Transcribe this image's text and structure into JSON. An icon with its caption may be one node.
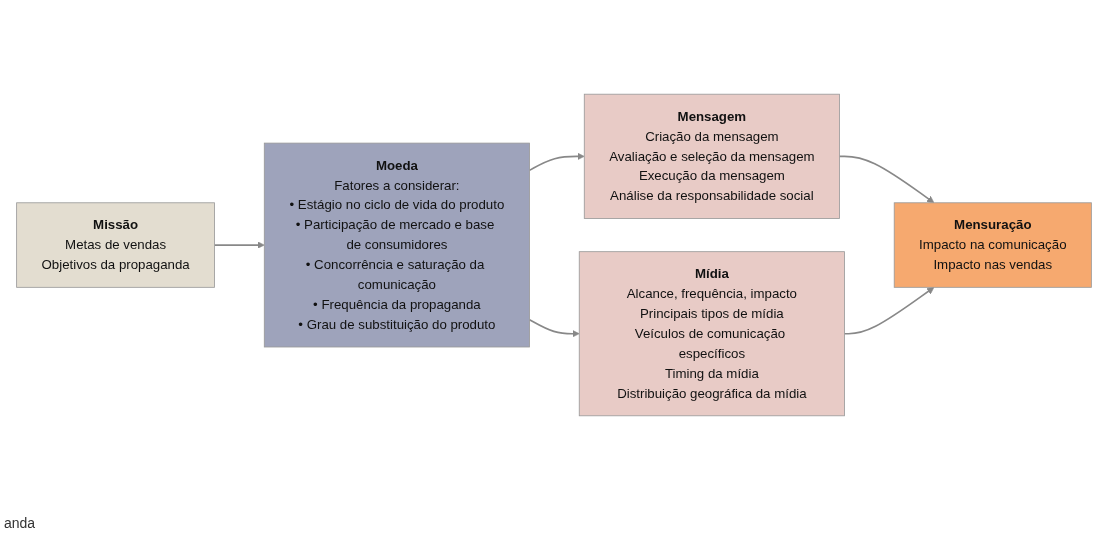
{
  "diagram": {
    "nodes": [
      {
        "text": [
          "Missão",
          "Metas de vendas",
          "Objetivos da propaganda"
        ]
      },
      {
        "text": [
          "Moeda",
          "Fatores a considerar:",
          "• Estágio no ciclo de vida do produto",
          "• Participação de mercado e base de consumidores",
          "• Concorrência e saturação da comunicação",
          "• Frequência da propaganda",
          "• Grau de substituição do produto"
        ]
      },
      {
        "text": [
          "Mensagem",
          "Criação da mensagem",
          "Avaliação e seleção da mensagem",
          "Execução da mensagem",
          "Análise da responsabilidade social"
        ]
      },
      {
        "text": [
          "Mídia",
          "Alcance, frequência, impacto",
          "Principais tipos de mídia",
          "Veículos de comunicação específicos",
          "Timing da mídia",
          "Distribuição geográfica da mídia"
        ]
      },
      {
        "text": [
          "Mensuração",
          "Impacto na comunicação",
          "Impacto nas vendas"
        ]
      }
    ],
    "edges": [
      {
        "from": 0,
        "to": 1,
        "arrow": "to"
      },
      {
        "from": 1,
        "to": 2,
        "arrow": "to"
      },
      {
        "from": 1,
        "to": 3,
        "arrow": "to"
      },
      {
        "from": 2,
        "to": 4,
        "arrow": "to"
      },
      {
        "from": 3,
        "to": 4,
        "arrow": "to"
      }
    ],
    "labels": [
      "anda"
    ]
  }
}
